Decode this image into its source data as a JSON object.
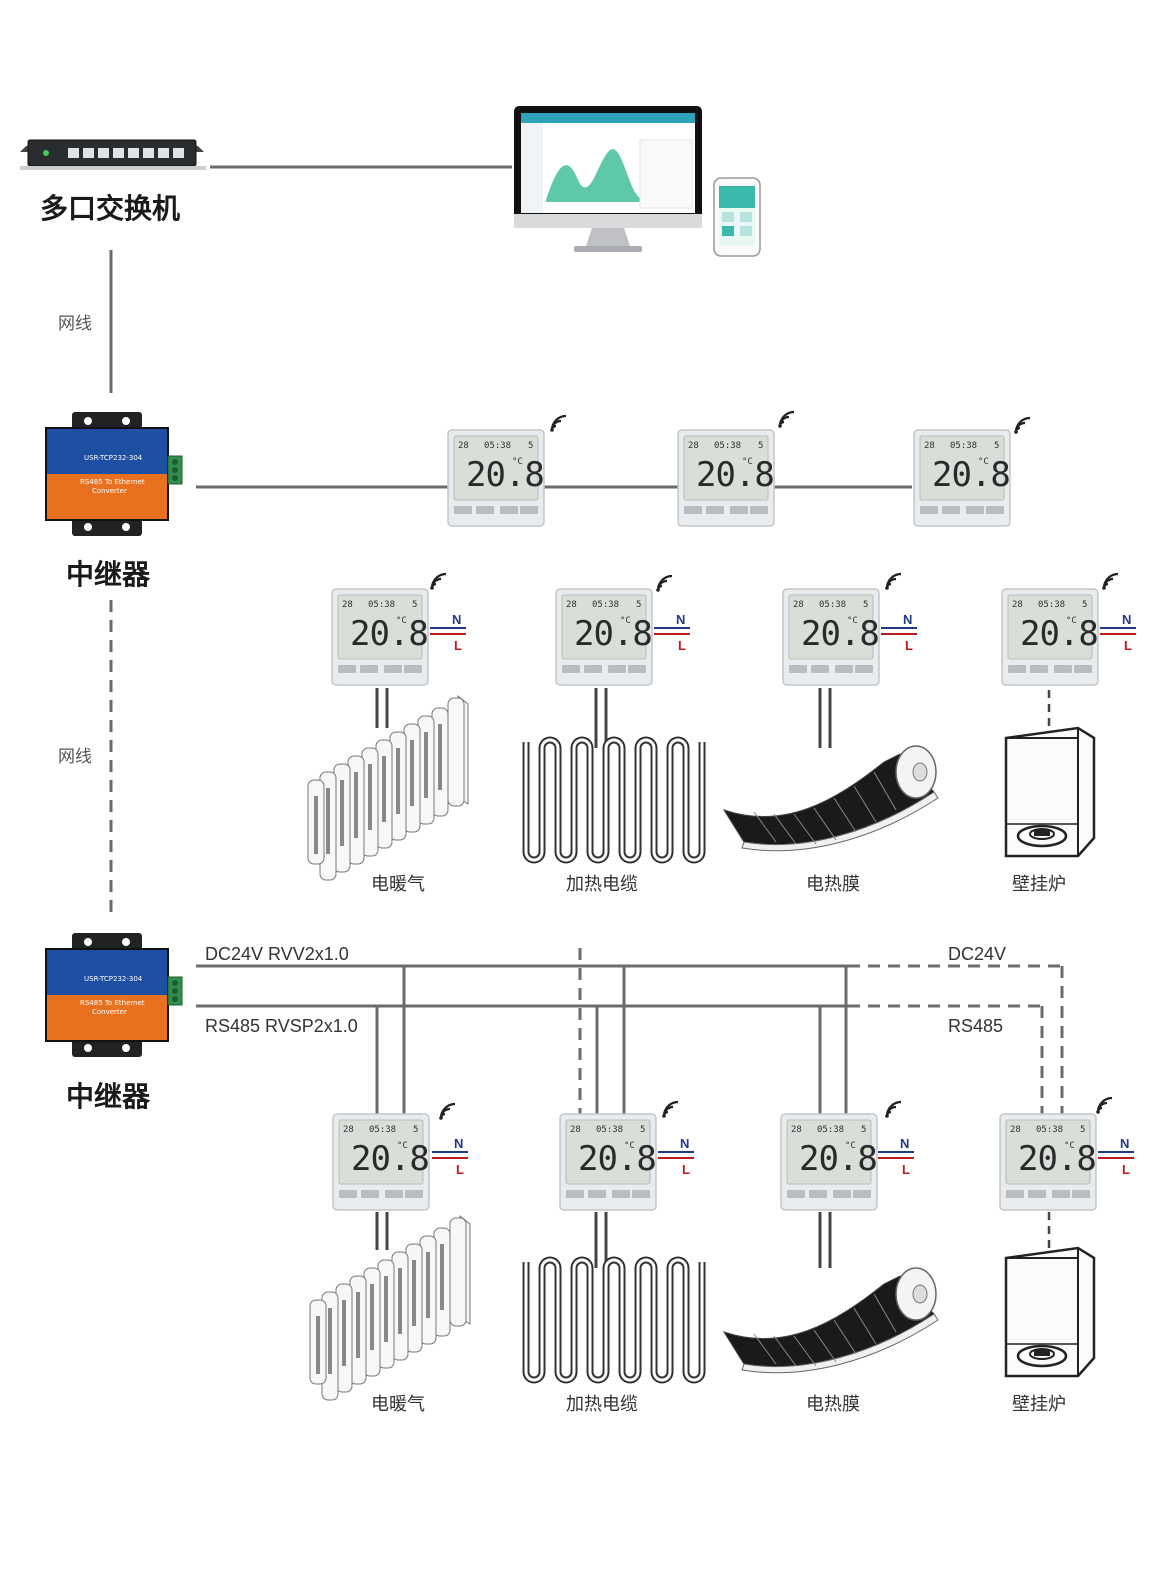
{
  "labels": {
    "switch": "多口交换机",
    "cable": "网线",
    "repeater": "中继器"
  },
  "repeater_device": {
    "model": "USR-TCP232-304",
    "desc_line1": "RS485 To Ethernet",
    "desc_line2": "Converter"
  },
  "thermostat": {
    "set_temp": "28",
    "clock": "05:38",
    "mode": "5",
    "temp": "20.8",
    "unit": "°C"
  },
  "wiring": {
    "n": "N",
    "l": "L"
  },
  "appliances": [
    "电暖气",
    "加热电缆",
    "电热膜",
    "壁挂炉"
  ],
  "bus": {
    "power": "DC24V  RVV2x1.0",
    "power_short": "DC24V",
    "signal": "RS485  RVSP2x1.0",
    "signal_short": "RS485"
  },
  "colors": {
    "line": "#6b6b6b",
    "repeater_blue": "#1e4fa3",
    "repeater_orange": "#e8711f",
    "thermostat_shell": "#e9ecee",
    "lcd": "#d9ded9"
  }
}
